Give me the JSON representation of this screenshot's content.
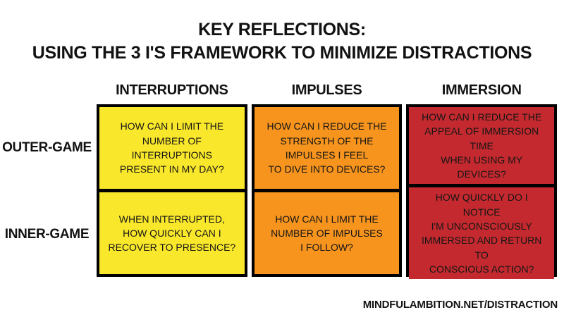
{
  "title": {
    "line1": "KEY REFLECTIONS:",
    "line2": "USING THE 3 I'S FRAMEWORK TO MINIMIZE DISTRACTIONS"
  },
  "matrix": {
    "columns": [
      {
        "label": "INTERRUPTIONS",
        "color": "#F9E72B"
      },
      {
        "label": "IMPULSES",
        "color": "#F7941E"
      },
      {
        "label": "IMMERSION",
        "color": "#C3292E"
      }
    ],
    "rows": [
      {
        "label": "OUTER-GAME"
      },
      {
        "label": "INNER-GAME"
      }
    ],
    "cells": {
      "outer_interruptions": "HOW CAN I LIMIT THE\nNUMBER OF INTERRUPTIONS\nPRESENT IN MY DAY?",
      "outer_impulses": "HOW CAN I REDUCE THE\nSTRENGTH OF THE\nIMPULSES I FEEL\nTO DIVE INTO DEVICES?",
      "outer_immersion": "HOW CAN I REDUCE THE\nAPPEAL OF IMMERSION TIME\nWHEN USING MY DEVICES?",
      "inner_interruptions": "WHEN INTERRUPTED,\nHOW QUICKLY CAN I\nRECOVER TO PRESENCE?",
      "inner_impulses": "HOW CAN I LIMIT THE\nNUMBER OF IMPULSES\nI FOLLOW?",
      "inner_immersion": "HOW QUICKLY DO I NOTICE\nI'M UNCONSCIOUSLY\nIMMERSED AND RETURN TO\nCONSCIOUS ACTION?"
    }
  },
  "footer": {
    "credit": "MINDFULAMBITION.NET/DISTRACTION"
  },
  "colors": {
    "background": "#FFFFFF",
    "border": "#000000",
    "text": "#161616",
    "yellow": "#F9E72B",
    "orange": "#F7941E",
    "red": "#C3292E"
  }
}
